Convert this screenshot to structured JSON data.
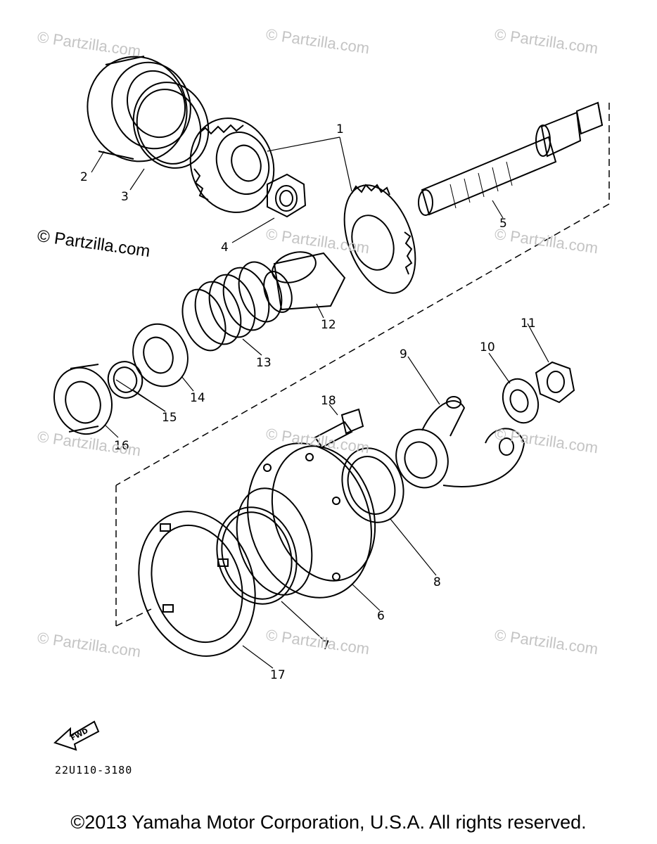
{
  "watermarks": {
    "partzilla_faint": "© Partzilla.com",
    "partzilla_dark": "© Partzilla.com"
  },
  "callouts": [
    "1",
    "2",
    "3",
    "4",
    "5",
    "6",
    "7",
    "8",
    "9",
    "10",
    "11",
    "12",
    "13",
    "14",
    "15",
    "16",
    "17",
    "18"
  ],
  "fwd_arrow_label": "FWD",
  "diagram_code": "22U110-3180",
  "copyright": "©2013 Yamaha Motor Corporation, U.S.A. All rights reserved."
}
